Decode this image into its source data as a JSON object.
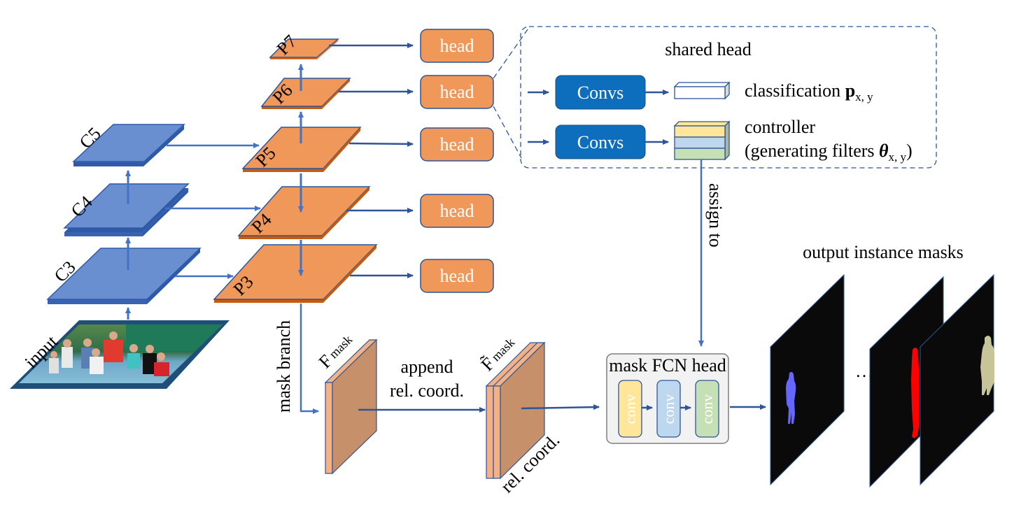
{
  "diagram": {
    "title": "CondInst architecture",
    "backbone": {
      "levels": [
        "C3",
        "C4",
        "C5"
      ],
      "input_label": "input"
    },
    "fpn": {
      "levels": [
        "P3",
        "P4",
        "P5",
        "P6",
        "P7"
      ]
    },
    "heads": {
      "label": "head",
      "count": 5
    },
    "shared_head": {
      "title": "shared head",
      "convs_label": "Convs",
      "classification_label": "classification ",
      "classification_symbol": "p",
      "classification_subscript": "x, y",
      "controller_label": "controller",
      "controller_sub_label": "(generating filters ",
      "controller_symbol": "θ",
      "controller_subscript": "x, y",
      "controller_close": ")"
    },
    "assign_label": "assign to",
    "mask_branch": {
      "label": "mask branch",
      "f_mask_label": "F",
      "f_mask_sub": "mask",
      "f_tilde_label": "F̃",
      "f_tilde_sub": "mask",
      "append_line1": "append",
      "append_line2": "rel. coord.",
      "rel_coord_label": "rel. coord."
    },
    "mask_fcn_head": {
      "title": "mask FCN head",
      "conv_labels": [
        "conv",
        "conv",
        "conv"
      ]
    },
    "output": {
      "title": "output instance masks",
      "ellipsis": "…"
    },
    "colors": {
      "backbone_blue": "#4472c4",
      "fpn_orange": "#f0975a",
      "arrow_blue": "#2f5597",
      "convs_blue": "#0d6ebd",
      "mask_feature_brown": "#c5906a",
      "mask_feature_edge": "#f4b183",
      "conv_yellow": "#ffe699",
      "conv_blue": "#bdd7ee",
      "conv_green": "#c5e0b4",
      "mask_blue": "#6666ff",
      "mask_red": "#ff0000",
      "mask_tan": "#c8c49a"
    }
  }
}
